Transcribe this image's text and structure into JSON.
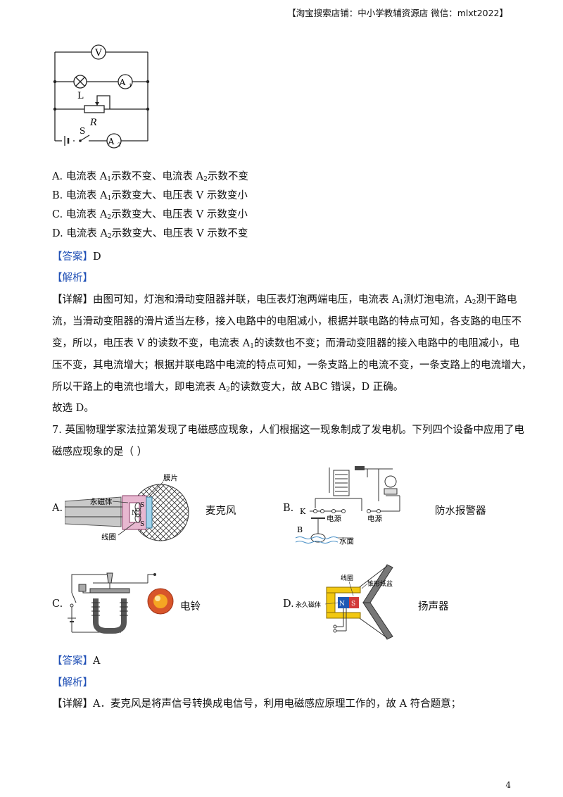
{
  "header": "【淘宝搜索店铺：中小学教辅资源店 微信：mlxt2022】",
  "page_number": "4",
  "circuit": {
    "voltmeter": "V",
    "ammeter1": "A",
    "ammeter1_sub": "1",
    "lamp": "L",
    "resistor": "R",
    "switch": "S",
    "ammeter2": "A",
    "ammeter2_sub": "2"
  },
  "q6_options": [
    {
      "p1": "A.  电流表 A",
      "sub1": "1",
      "p2": "示数不变、电流表 A",
      "sub2": "2",
      "p3": "示数不变"
    },
    {
      "p1": "B.  电流表 A",
      "sub1": "1",
      "p2": "示数变大、电压表 V 示数变小",
      "sub2": "",
      "p3": ""
    },
    {
      "p1": "C.  电流表 A",
      "sub1": "2",
      "p2": "示数变大、电压表 V 示数变小",
      "sub2": "",
      "p3": ""
    },
    {
      "p1": "D.  电流表 A",
      "sub1": "2",
      "p2": "示数变大、电压表 V 示数不变",
      "sub2": "",
      "p3": ""
    }
  ],
  "q6_answer": {
    "tag": "【答案】",
    "value": "D"
  },
  "q6_analysis_tag": "【解析】",
  "q6_detail": {
    "tag": "【详解】",
    "l1a": "由图可知，灯泡和滑动变阻器并联，电压表灯泡两端电压，电流表 A",
    "l1s1": "1",
    "l1b": "测灯泡电流，A",
    "l1s2": "2",
    "l1c": "测干路电",
    "l2": "流，当滑动变阻器的滑片适当左移，接入电路中的电阻减小，根据并联电路的特点可知，各支路的电压不",
    "l3a": "变，所以，电压表 V 的读数不变，电流表 A",
    "l3s": "1",
    "l3b": "的读数也不变；而滑动变阻器的接入电路中的电阻减小，电",
    "l4": "压不变，其电流增大；根据并联电路中电流的特点可知，一条支路上的电流不变，一条支路上的电流增大，",
    "l5a": "所以干路上的电流也增大，即电流表 A",
    "l5s": "2",
    "l5b": "的读数变大，故 ABC 错误，D 正确。",
    "l6": "故选 D。"
  },
  "q7": {
    "stem1": "7. 英国物理学家法拉第发现了电磁感应现象，人们根据这一现象制成了发电机。下列四个设备中应用了电",
    "stem2": "磁感应现象的是（        ）",
    "a_letter": "A.",
    "a_name": "麦克风",
    "a_labels": {
      "magnet": "永磁体",
      "membrane": "膜片",
      "coil": "线圈",
      "s_top": "S",
      "n": "N",
      "s_bottom": "S"
    },
    "b_letter": "B.",
    "b_name": "防水报警器",
    "b_labels": {
      "k": "K",
      "b": "B",
      "power1": "电源",
      "power2": "电源",
      "water": "水面"
    },
    "c_letter": "C.",
    "c_name": "电铃",
    "d_letter": "D.",
    "d_name": "扬声器",
    "d_labels": {
      "coil": "线圈",
      "cone": "锥形纸盆",
      "magnet": "永久磁体",
      "n": "N",
      "s": "S"
    }
  },
  "q7_answer": {
    "tag": "【答案】",
    "value": "A"
  },
  "q7_analysis_tag": "【解析】",
  "q7_detail": {
    "tag": "【详解】",
    "text": "A．麦克风是将声信号转换成电信号，利用电磁感应原理工作的，故 A 符合题意；"
  }
}
